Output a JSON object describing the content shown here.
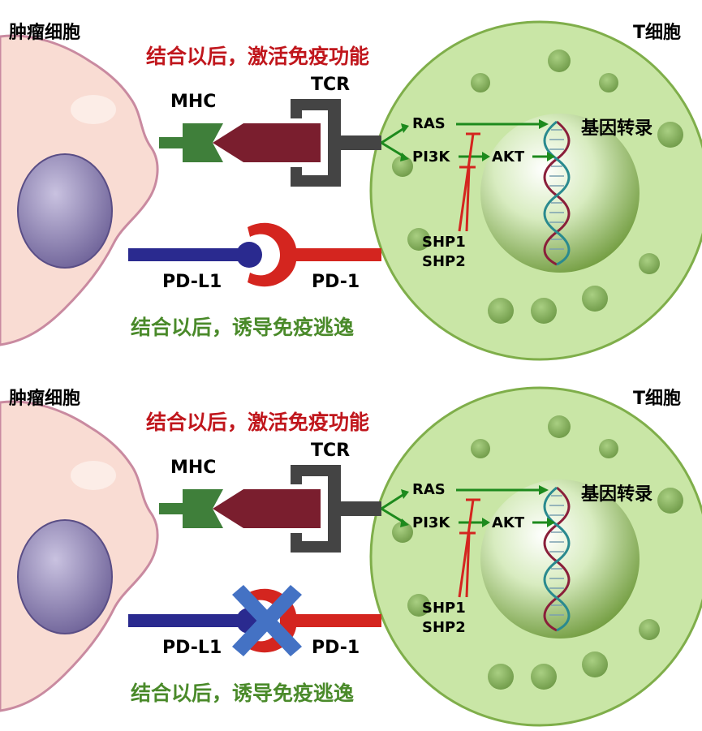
{
  "panels": [
    {
      "tumor_cell_label": "肿瘤细胞",
      "t_cell_label": "T细胞",
      "activation_text": "结合以后，激活免疫功能",
      "escape_text": "结合以后，诱导免疫逃逸",
      "mhc_label": "MHC",
      "tcr_label": "TCR",
      "pdl1_label": "PD-L1",
      "pd1_label": "PD-1",
      "signals": {
        "ras": "RAS",
        "pi3k": "PI3K",
        "akt": "AKT",
        "shp1": "SHP1",
        "shp2": "SHP2",
        "gene": "基因转录"
      },
      "binding_blocked": false
    },
    {
      "tumor_cell_label": "肿瘤细胞",
      "t_cell_label": "T细胞",
      "activation_text": "结合以后，激活免疫功能",
      "escape_text": "结合以后，诱导免疫逃逸",
      "mhc_label": "MHC",
      "tcr_label": "TCR",
      "pdl1_label": "PD-L1",
      "pd1_label": "PD-1",
      "signals": {
        "ras": "RAS",
        "pi3k": "PI3K",
        "akt": "AKT",
        "shp1": "SHP1",
        "shp2": "SHP2",
        "gene": "基因转录"
      },
      "binding_blocked": true
    }
  ],
  "colors": {
    "tumor_fill": "#f9dcd3",
    "tumor_border": "#c98aa0",
    "nucleus": "#8a7fb0",
    "t_cell_fill": "#c9e6a6",
    "t_cell_border": "#7fae4a",
    "mhc": "#3f7f3a",
    "tcr": "#444444",
    "antigen": "#7a1e2e",
    "pdl1": "#2a2a8f",
    "pd1": "#d4251f",
    "block_x": "#4472c4",
    "arrow_green": "#1d8a1d",
    "inhibit_red": "#d4251f"
  }
}
